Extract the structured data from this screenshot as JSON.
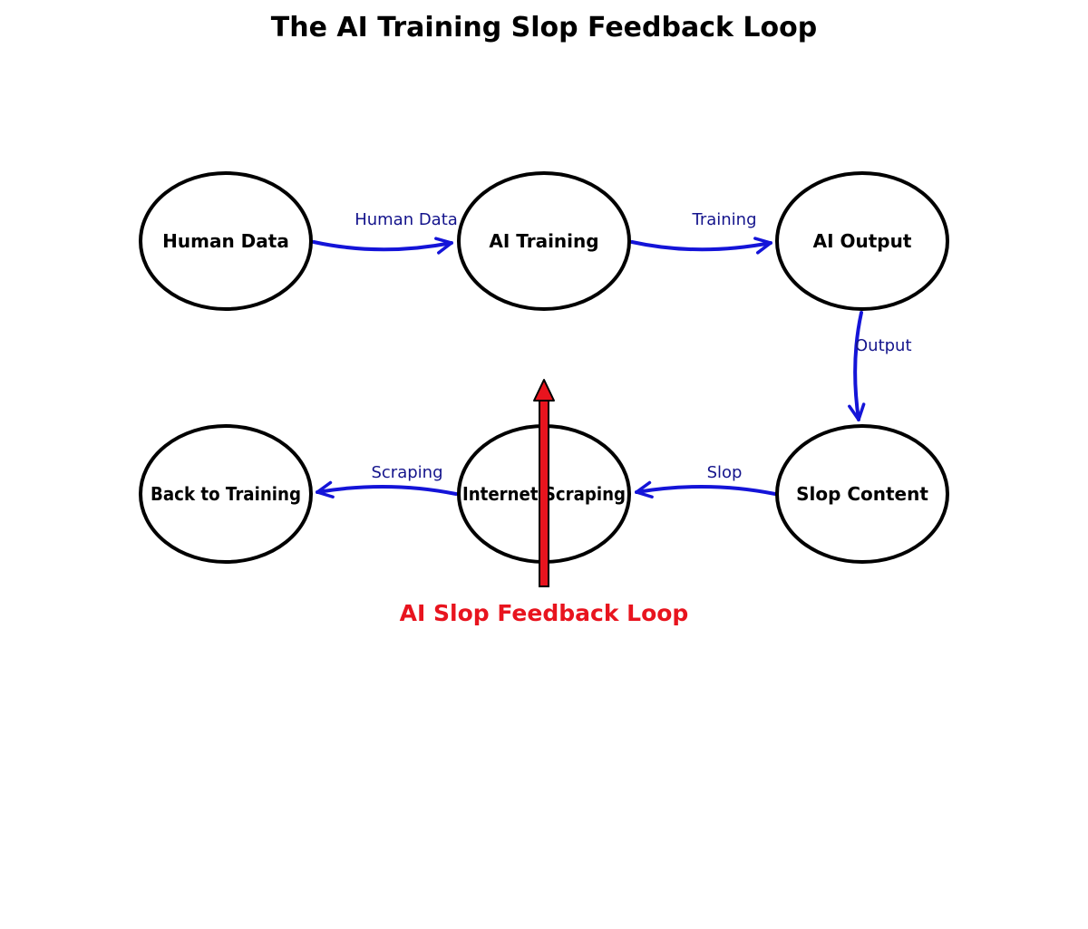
{
  "title": "The AI Training Slop Feedback Loop",
  "colors": {
    "edge": "#1414d8",
    "edge_label": "#14148c",
    "loop_arrow": "#e8141e",
    "loop_label": "#e8141e",
    "node_stroke": "#000000"
  },
  "nodes": [
    {
      "id": "human-data",
      "label": "Human Data"
    },
    {
      "id": "ai-training",
      "label": "AI Training"
    },
    {
      "id": "ai-output",
      "label": "AI Output"
    },
    {
      "id": "slop-content",
      "label": "Slop Content"
    },
    {
      "id": "internet-scraping",
      "label": "Internet Scraping"
    },
    {
      "id": "back-to-training",
      "label": "Back to Training"
    }
  ],
  "edges": [
    {
      "from": "human-data",
      "to": "ai-training",
      "label": "Human Data"
    },
    {
      "from": "ai-training",
      "to": "ai-output",
      "label": "Training"
    },
    {
      "from": "ai-output",
      "to": "slop-content",
      "label": "Output"
    },
    {
      "from": "slop-content",
      "to": "internet-scraping",
      "label": "Slop"
    },
    {
      "from": "internet-scraping",
      "to": "back-to-training",
      "label": "Scraping"
    }
  ],
  "loop": {
    "label": "AI Slop Feedback Loop"
  }
}
